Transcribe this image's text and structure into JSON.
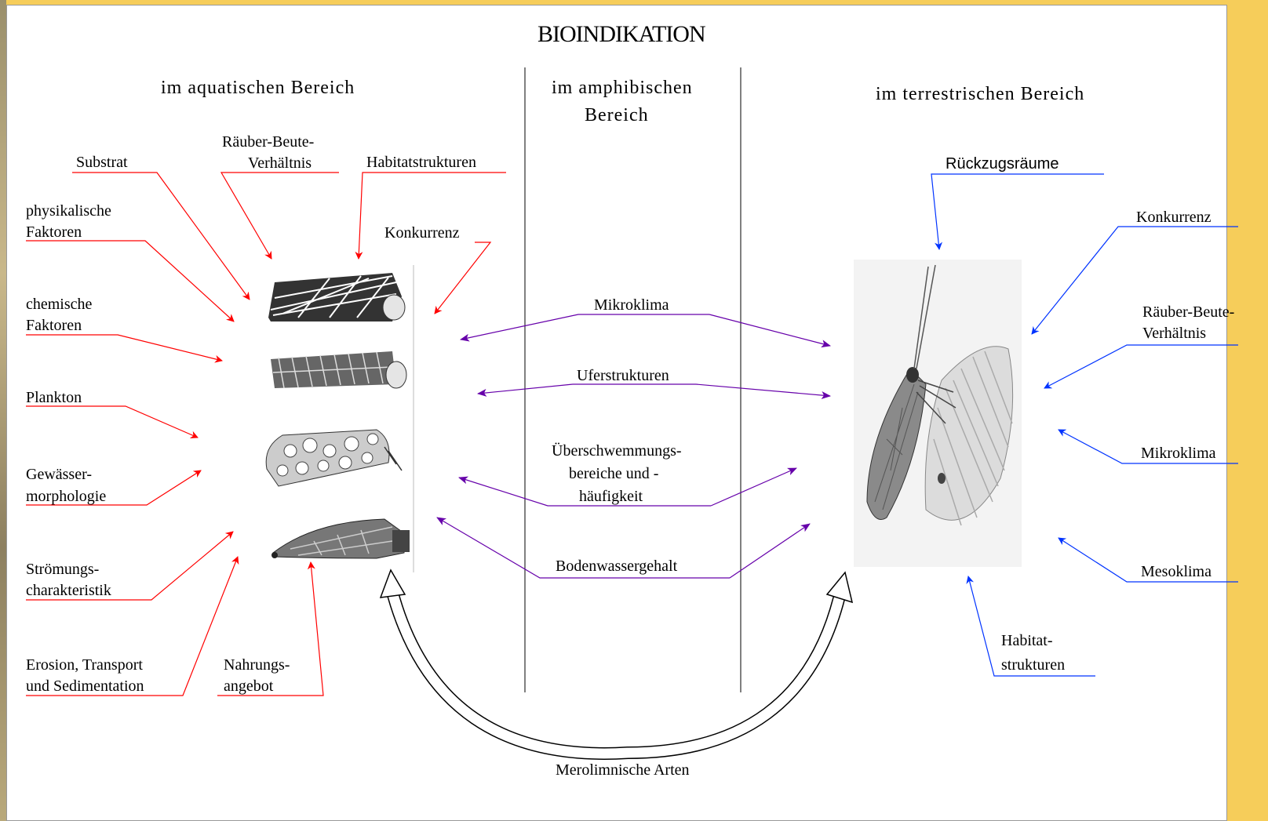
{
  "title": "BIOINDIKATION",
  "columns": {
    "aquatic": "im aquatischen Bereich",
    "amphibic_1": "im amphibischen",
    "amphibic_2": "Bereich",
    "terrestrial": "im terrestrischen Bereich"
  },
  "aquatic_factors": {
    "substrat": "Substrat",
    "raeuber_1": "Räuber-Beute-",
    "raeuber_2": "Verhältnis",
    "habitat": "Habitatstrukturen",
    "phys_1": "physikalische",
    "phys_2": "Faktoren",
    "konkurrenz": "Konkurrenz",
    "chem_1": "chemische",
    "chem_2": "Faktoren",
    "plankton": "Plankton",
    "gew_1": "Gewässer-",
    "gew_2": "morphologie",
    "stroem_1": "Strömungs-",
    "stroem_2": "charakteristik",
    "erosion_1": "Erosion, Transport",
    "erosion_2": "und Sedimentation",
    "nahrung_1": "Nahrungs-",
    "nahrung_2": "angebot"
  },
  "amphibic_factors": {
    "mikroklima": "Mikroklima",
    "ufer": "Uferstrukturen",
    "ueber_1": "Überschwemmungs-",
    "ueber_2": "bereiche und -",
    "ueber_3": "häufigkeit",
    "boden": "Bodenwassergehalt",
    "merolimnisch": "Merolimnische Arten"
  },
  "terrestrial_factors": {
    "rueckzug": "Rückzugsräume",
    "konkurrenz": "Konkurrenz",
    "raeuber_1": "Räuber-Beute-",
    "raeuber_2": "Verhältnis",
    "mikroklima": "Mikroklima",
    "mesoklima": "Mesoklima",
    "habitat_1": "Habitat-",
    "habitat_2": "strukturen"
  },
  "colors": {
    "aquatic_arrow": "#ff0000",
    "terrestrial_arrow": "#0033ff",
    "amphibic_arrow": "#6600aa",
    "background": "#f6cd5a"
  }
}
